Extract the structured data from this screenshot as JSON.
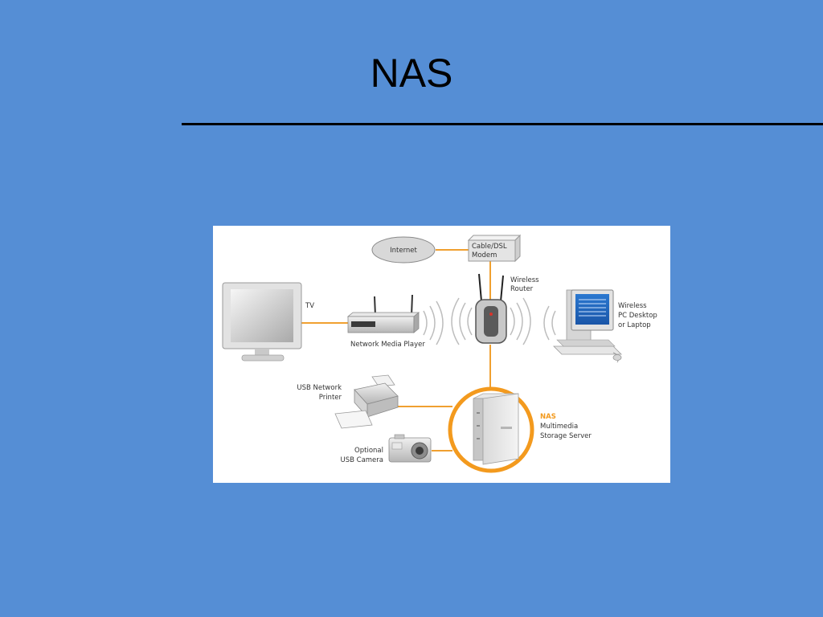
{
  "slide": {
    "title": "NAS"
  },
  "colors": {
    "background": "#558ed5",
    "connection": "#f0a030",
    "nas_highlight": "#f39a1e",
    "rule": "#000000"
  },
  "diagram": {
    "internet": "Internet",
    "modem": [
      "Cable/DSL",
      "Modem"
    ],
    "router": [
      "Wireless",
      "Router"
    ],
    "tv": "TV",
    "media_player": "Network Media Player",
    "pc": [
      "Wireless",
      "PC Desktop",
      "or Laptop"
    ],
    "printer": [
      "USB Network",
      "Printer"
    ],
    "nas_title": "NAS",
    "nas_desc": [
      "Multimedia",
      "Storage Server"
    ],
    "camera": [
      "Optional",
      "USB Camera"
    ]
  }
}
